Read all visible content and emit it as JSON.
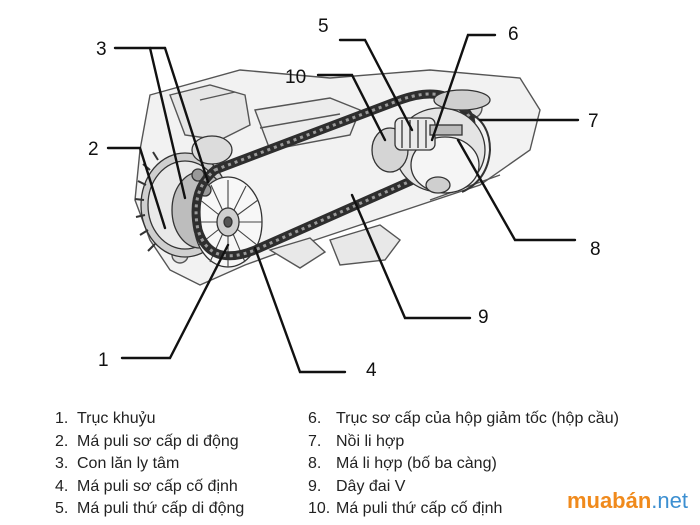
{
  "callouts": [
    "1",
    "2",
    "3",
    "4",
    "5",
    "6",
    "7",
    "8",
    "9",
    "10"
  ],
  "legend_left": [
    {
      "n": "1.",
      "text": "Trục khuỷu"
    },
    {
      "n": "2.",
      "text": "Má puli sơ cấp di động"
    },
    {
      "n": "3.",
      "text": "Con lăn ly tâm"
    },
    {
      "n": "4.",
      "text": "Má puli sơ cấp cố định"
    },
    {
      "n": "5.",
      "text": "Má puli thứ cấp di động"
    }
  ],
  "legend_right": [
    {
      "n": "6.",
      "text": "Trục sơ cấp của hộp giảm tốc (hộp cầu)"
    },
    {
      "n": "7.",
      "text": "Nồi li hợp"
    },
    {
      "n": "8.",
      "text": "Má li hợp (bố ba càng)"
    },
    {
      "n": "9.",
      "text": "Dây đai V"
    },
    {
      "n": "10.",
      "text": "Má puli thứ cấp cố định"
    }
  ],
  "watermark": {
    "main": "muabán",
    "tld": ".net"
  },
  "colors": {
    "line": "#111111",
    "outline": "#555555",
    "shade": "#d9d9d9",
    "belt": "#3a3a3a",
    "wm_orange": "#f08a1c",
    "wm_blue": "#3c8fd1"
  }
}
